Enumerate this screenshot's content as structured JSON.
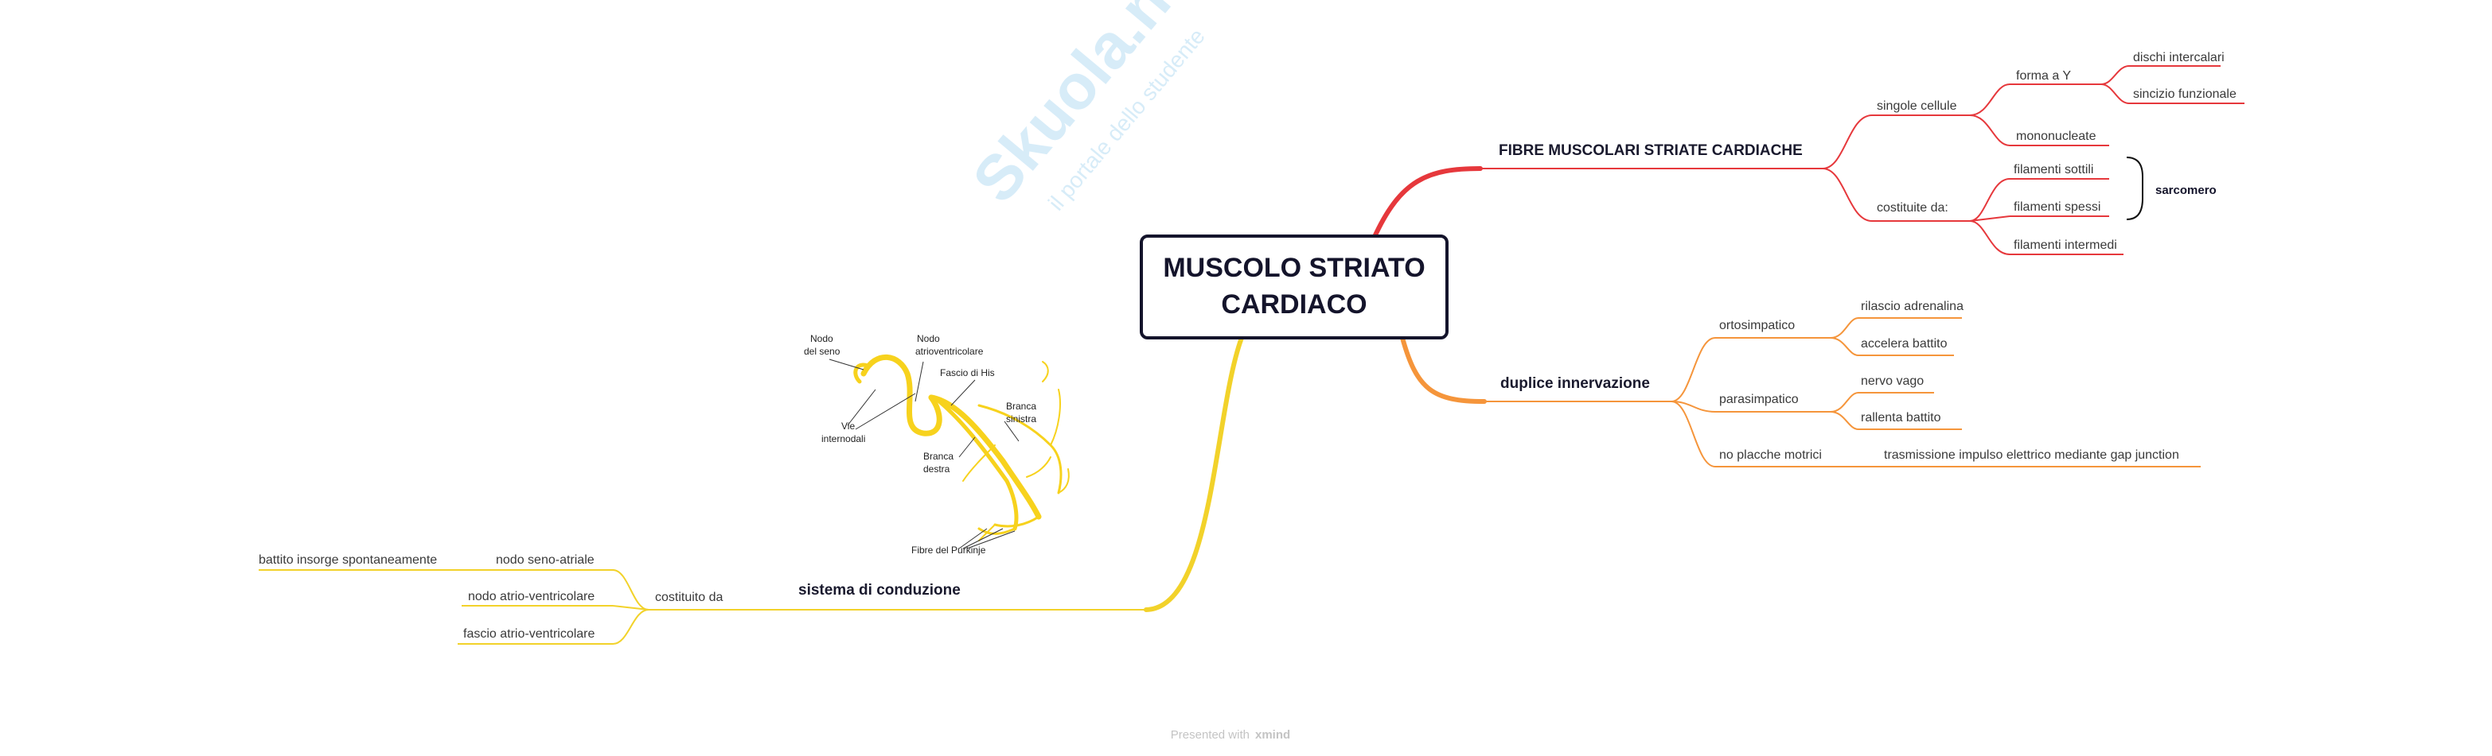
{
  "central": {
    "line1": "MUSCOLO STRIATO",
    "line2": "CARDIACO"
  },
  "colors": {
    "red": "#e6383c",
    "orange": "#f5953b",
    "yellow": "#f2d22a",
    "heart": "#f7d21d"
  },
  "branch1": {
    "title": "FIBRE MUSCOLARI STRIATE CARDIACHE",
    "singole": "singole cellule",
    "formaY": "forma a Y",
    "dischi": "dischi intercalari",
    "sincizio": "sincizio funzionale",
    "mono": "mononucleate",
    "costituite": "costituite da:",
    "sottili": "filamenti sottili",
    "spessi": "filamenti spessi",
    "intermedi": "filamenti intermedi",
    "sarcomero": "sarcomero"
  },
  "branch2": {
    "title": "duplice innervazione",
    "orto": "ortosimpatico",
    "rilascio": "rilascio adrenalina",
    "accelera": "accelera battito",
    "para": "parasimpatico",
    "vago": "nervo vago",
    "rallenta": "rallenta battito",
    "placche": "no placche motrici",
    "trasmissione": "trasmissione impulso elettrico mediante gap junction"
  },
  "branch3": {
    "title": "sistema di conduzione",
    "costituito": "costituito da",
    "seno": "nodo seno-atriale",
    "spontaneo": "battito insorge spontaneamente",
    "atrio": "nodo atrio-ventricolare",
    "fascio": "fascio atrio-ventricolare"
  },
  "heart": {
    "nodo_seno": [
      "Nodo",
      "del seno"
    ],
    "nodo_av": [
      "Nodo",
      "atrioventricolare"
    ],
    "fascio_his": "Fascio di His",
    "vie": [
      "Vie",
      "internodali"
    ],
    "branca_sin": [
      "Branca",
      "sinistra"
    ],
    "branca_des": [
      "Branca",
      "destra"
    ],
    "purkinje": "Fibre del Purkinje"
  },
  "watermark": {
    "brand": "Skuola.net",
    "tagline": "il portale dello studente"
  },
  "footer": {
    "prefix": "Presented with",
    "brand": "xmind"
  }
}
